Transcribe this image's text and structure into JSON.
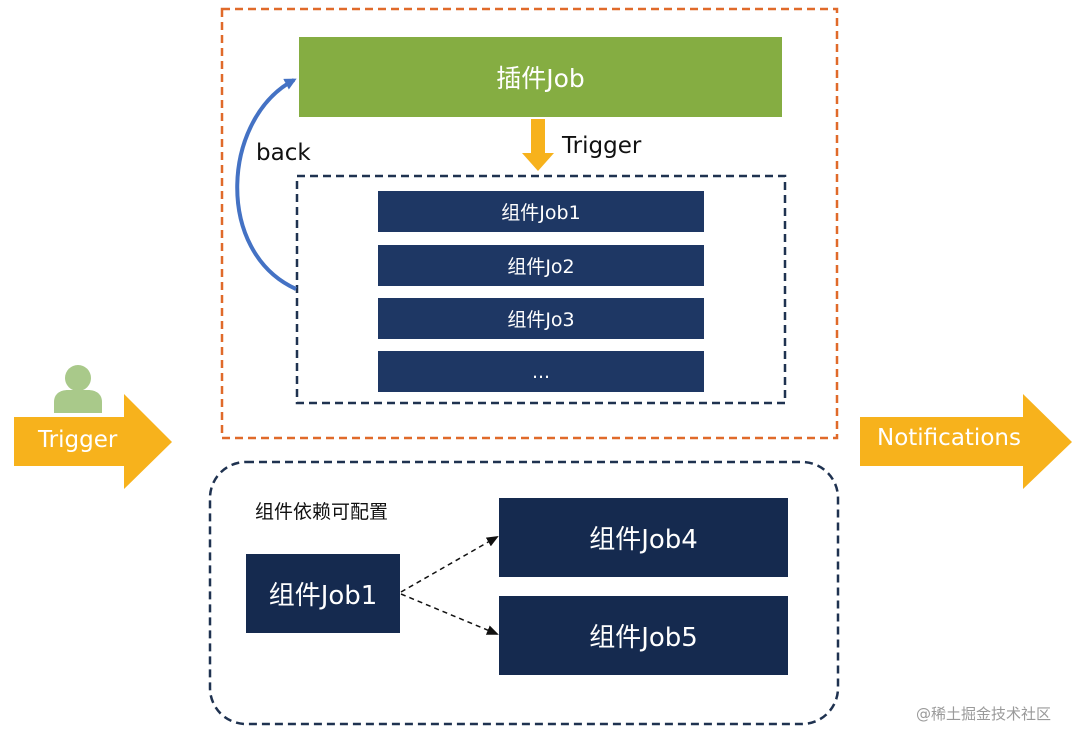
{
  "plugin_job": {
    "label": "插件Job"
  },
  "back_label": "back",
  "trigger_label": "Trigger",
  "component_jobs": [
    {
      "label": "组件Job1"
    },
    {
      "label": "组件Jo2"
    },
    {
      "label": "组件Jo3"
    },
    {
      "label": "..."
    }
  ],
  "dependency": {
    "title": "组件依赖可配置",
    "source": {
      "label": "组件Job1"
    },
    "targets": [
      {
        "label": "组件Job4"
      },
      {
        "label": "组件Job5"
      }
    ]
  },
  "left_arrow": {
    "label": "Trigger"
  },
  "right_arrow": {
    "label": "Notifications"
  },
  "watermark": "@稀土掘金技术社区",
  "colors": {
    "orange_border": "#e06a2a",
    "navy_dashed": "#1f3250",
    "plugin_green": "#85ad42",
    "component_navy": "#1e3764",
    "dependency_navy": "#152a4f",
    "arrow_orange": "#f7b21c",
    "back_arrow_blue": "#4472c4",
    "user_icon_green": "#a9c98a"
  },
  "icons": [
    "user-icon"
  ]
}
